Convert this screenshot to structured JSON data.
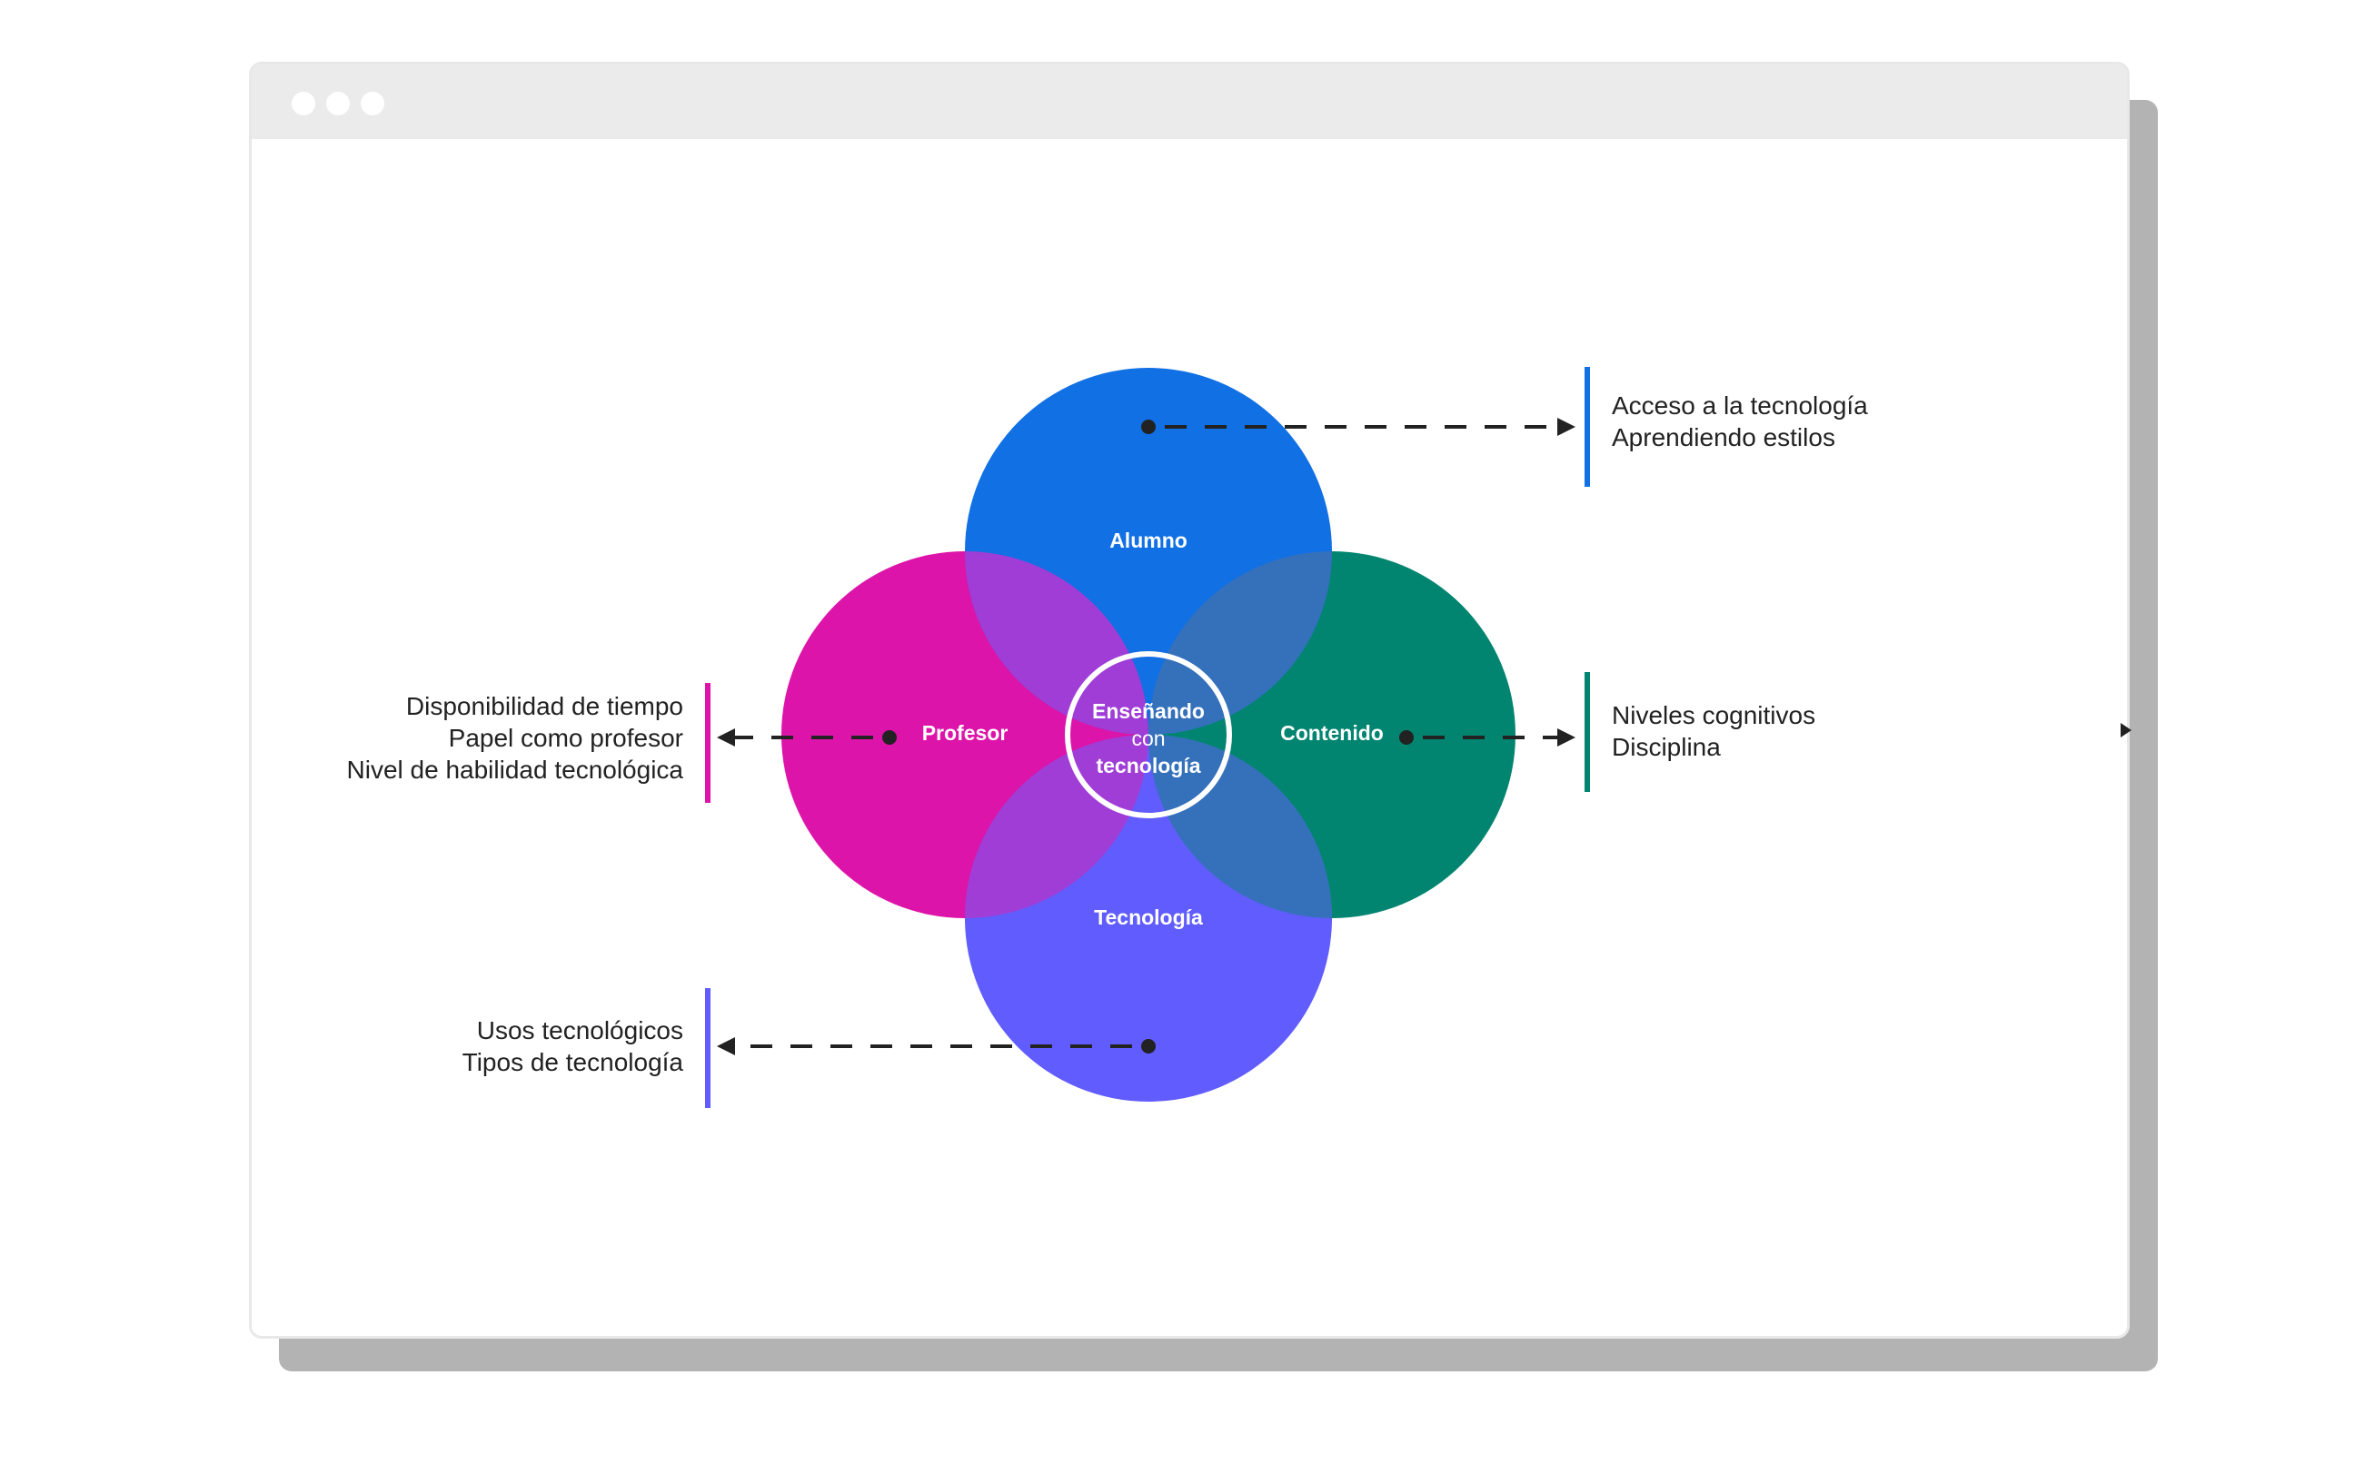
{
  "window": {
    "controls": [
      "close",
      "minimize",
      "maximize"
    ]
  },
  "diagram": {
    "center": {
      "line1": "Enseñando",
      "line2": "con",
      "line3": "tecnología"
    },
    "circles": [
      {
        "id": "alumno",
        "label": "Alumno",
        "color": "#1170e4"
      },
      {
        "id": "profesor",
        "label": "Profesor",
        "color": "#dd14a9"
      },
      {
        "id": "contenido",
        "label": "Contenido",
        "color": "#028570"
      },
      {
        "id": "tecnologia",
        "label": "Tecnología",
        "color": "#615cfe"
      }
    ],
    "notes": {
      "alumno": [
        "Acceso a la tecnología",
        "Aprendiendo estilos"
      ],
      "profesor": [
        "Disponibilidad de tiempo",
        "Papel como profesor",
        "Nivel de habilidad tecnológica"
      ],
      "contenido": [
        "Niveles cognitivos",
        "Disciplina"
      ],
      "tecnologia": [
        "Usos tecnológicos",
        "Tipos de tecnología"
      ]
    },
    "overlap_colors": {
      "magenta_blue": "#a03dd6",
      "blue_green": "#3571bb"
    }
  }
}
